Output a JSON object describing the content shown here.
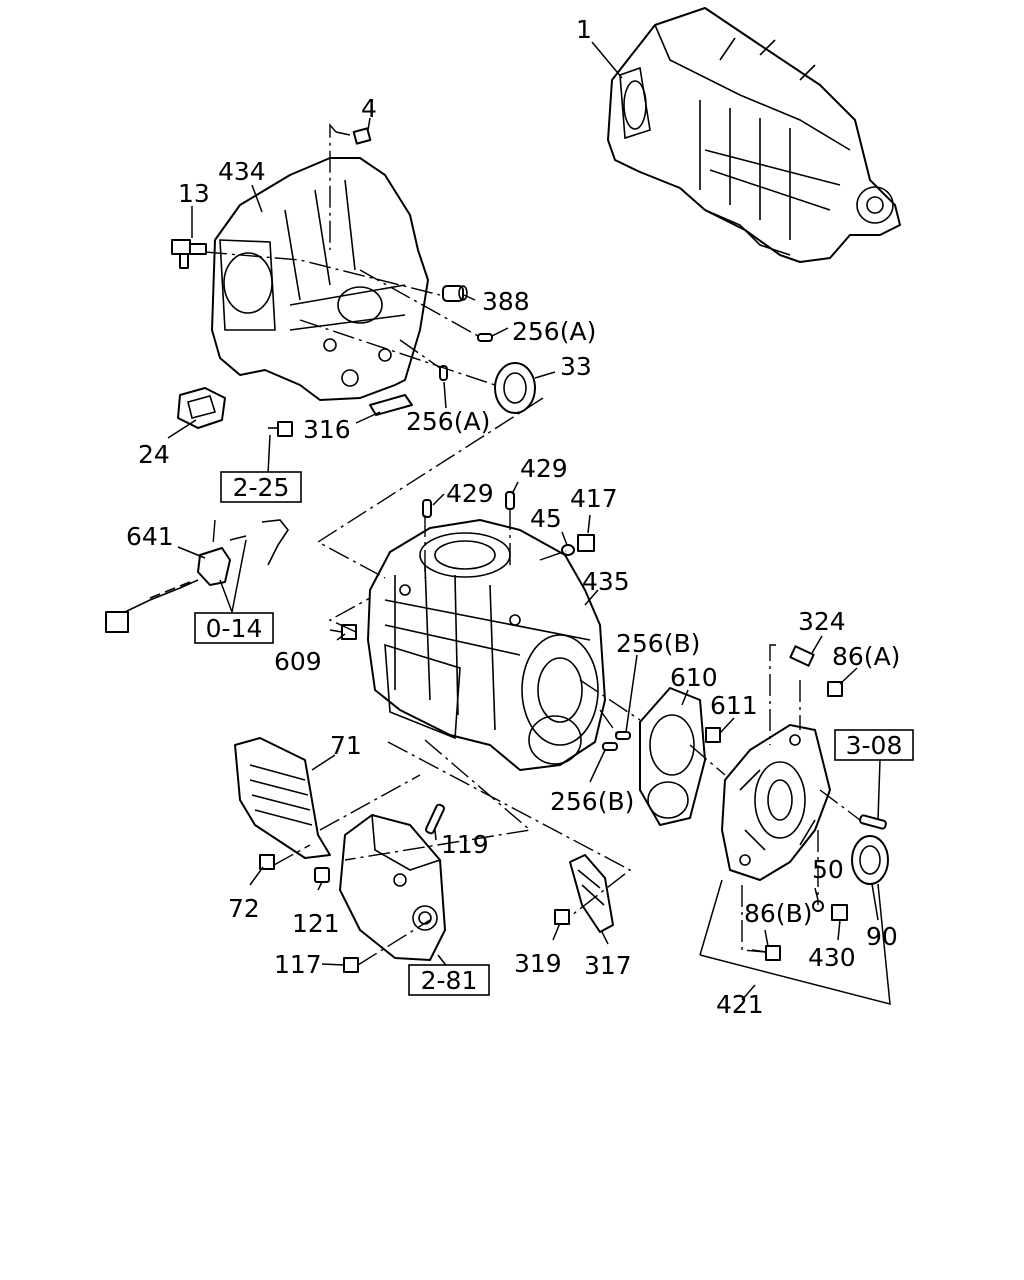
{
  "callouts": {
    "c1": "1",
    "c4": "4",
    "c434": "434",
    "c13": "13",
    "c388": "388",
    "c256a_1": "256(A)",
    "c33": "33",
    "c256a_2": "256(A)",
    "c316": "316",
    "c24": "24",
    "c429_1": "429",
    "c429_2": "429",
    "c417": "417",
    "c45": "45",
    "c435": "435",
    "c641": "641",
    "c609": "609",
    "c256b_1": "256(B)",
    "c610": "610",
    "c611": "611",
    "c324": "324",
    "c86a": "86(A)",
    "c71": "71",
    "c256b_2": "256(B)",
    "c119": "119",
    "c72": "72",
    "c121": "121",
    "c117": "117",
    "c319": "319",
    "c317": "317",
    "c50": "50",
    "c86b": "86(B)",
    "c430": "430",
    "c90": "90",
    "c421": "421"
  },
  "references": {
    "r225": "2-25",
    "r014": "0-14",
    "r308": "3-08",
    "r281": "2-81"
  }
}
